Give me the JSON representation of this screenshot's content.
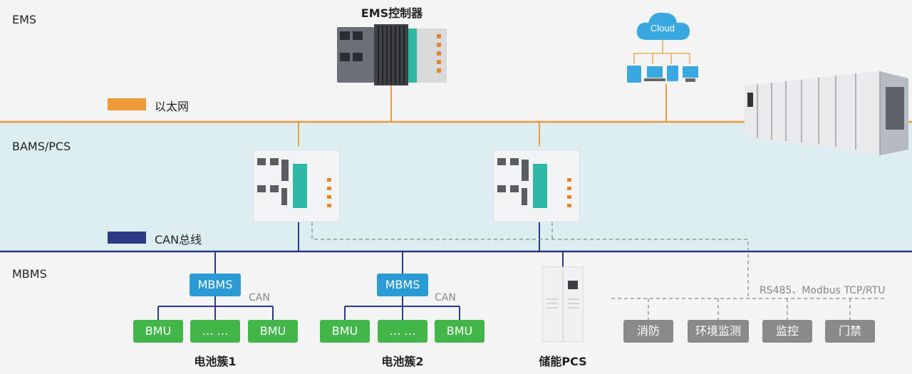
{
  "layers": {
    "ems": "EMS",
    "bams": "BAMS/PCS",
    "mbms": "MBMS"
  },
  "legend": {
    "ethernet": {
      "label": "以太网",
      "color": "#ee9a3b"
    },
    "can": {
      "label": "CAN总线",
      "color": "#2b3a86"
    }
  },
  "devices": {
    "ems_controller": "EMS控制器",
    "cloud": "Cloud",
    "cluster1": "电池簇1",
    "cluster2": "电池簇2",
    "pcs": "储能PCS"
  },
  "boxes": {
    "mbms": "MBMS",
    "bmu": "BMU",
    "ellipsis": "… …",
    "can": "CAN"
  },
  "protocol": "RS485、Modbus TCP/RTU",
  "subsystems": [
    "消防",
    "环境监测",
    "监控",
    "门禁"
  ],
  "colors": {
    "ethernet": "#ee9a3b",
    "can": "#2b3a86",
    "mbms": "#2a9bd5",
    "bmu": "#43b64a",
    "subsystem": "#8a8a8a"
  }
}
